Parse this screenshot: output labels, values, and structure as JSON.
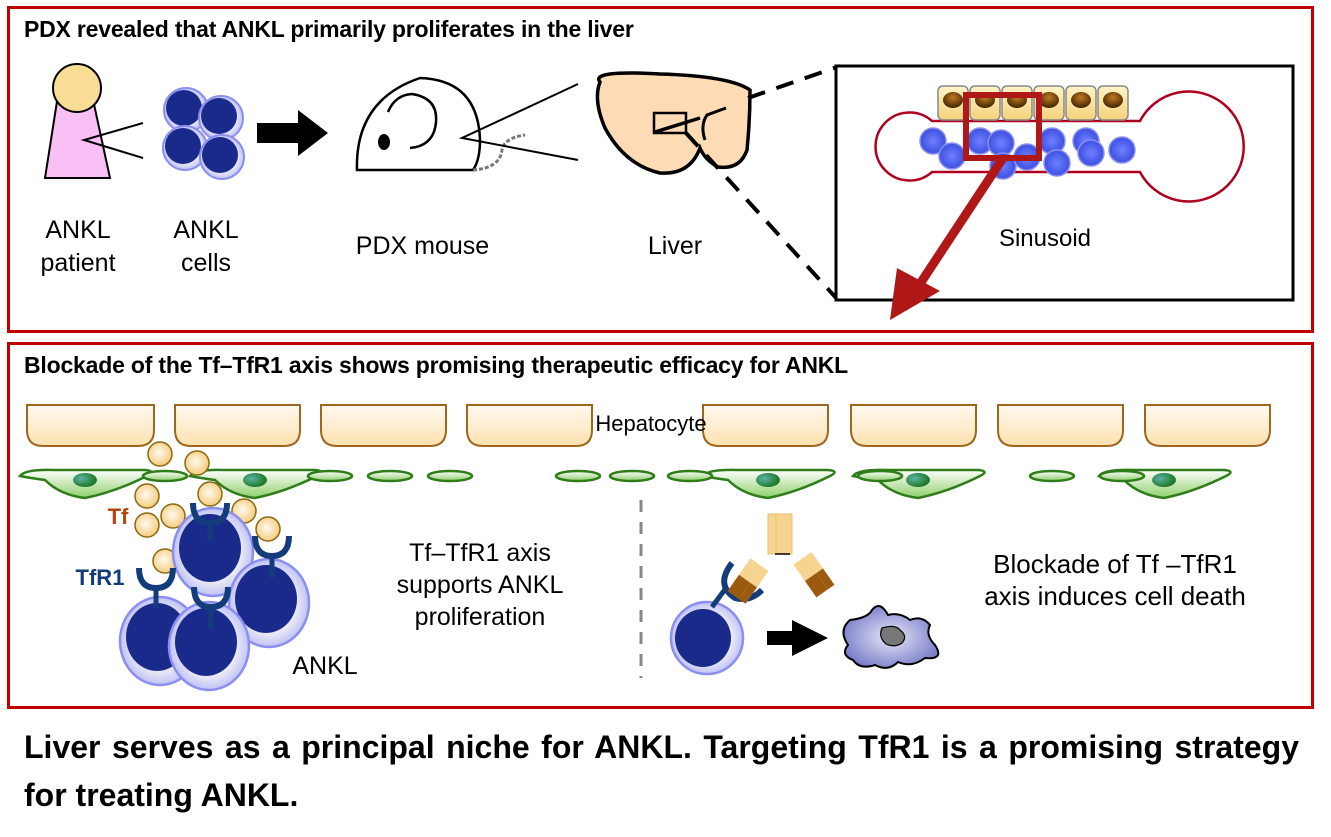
{
  "figure": {
    "panel_top": {
      "title": "PDX revealed that ANKL primarily proliferates in the liver",
      "labels": {
        "patient": [
          "ANKL",
          "patient"
        ],
        "cells": [
          "ANKL",
          "cells"
        ],
        "mouse": "PDX mouse",
        "liver": "Liver",
        "sinusoid": "Sinusoid"
      }
    },
    "panel_bottom": {
      "title": "Blockade of the Tf–TfR1 axis shows promising therapeutic efficacy for ANKL",
      "labels": {
        "hepatocyte": "Hepatocyte",
        "tf": "Tf",
        "tfr1": "TfR1",
        "ankl": "ANKL",
        "left_caption": [
          "Tf–TfR1 axis",
          "supports ANKL",
          "proliferation"
        ],
        "right_caption": [
          "Blockade of Tf –TfR1",
          "axis induces cell death"
        ]
      }
    },
    "conclusion": "Liver serves as a principal niche for ANKL. Targeting TfR1 is a promising strategy for treating ANKL."
  },
  "colors": {
    "panel_border": "#c00000",
    "ankl_cell": "#1a2a8a",
    "ankl_halo": "#8c8ff0",
    "hepatocyte": "#fde4b8",
    "hepatocyte_border": "#a0661e",
    "endothelial": "#2e7d1a",
    "tf": "#f6d48f",
    "tfr1": "#143c7a",
    "tf_label": "#b5470e",
    "tfr1_label": "#143c7a",
    "patient_body": "#f8c0f4",
    "patient_head": "#f9dc95",
    "liver": "#fddcb5",
    "sinusoid": "#b00020",
    "arrow_red": "#b01818"
  }
}
